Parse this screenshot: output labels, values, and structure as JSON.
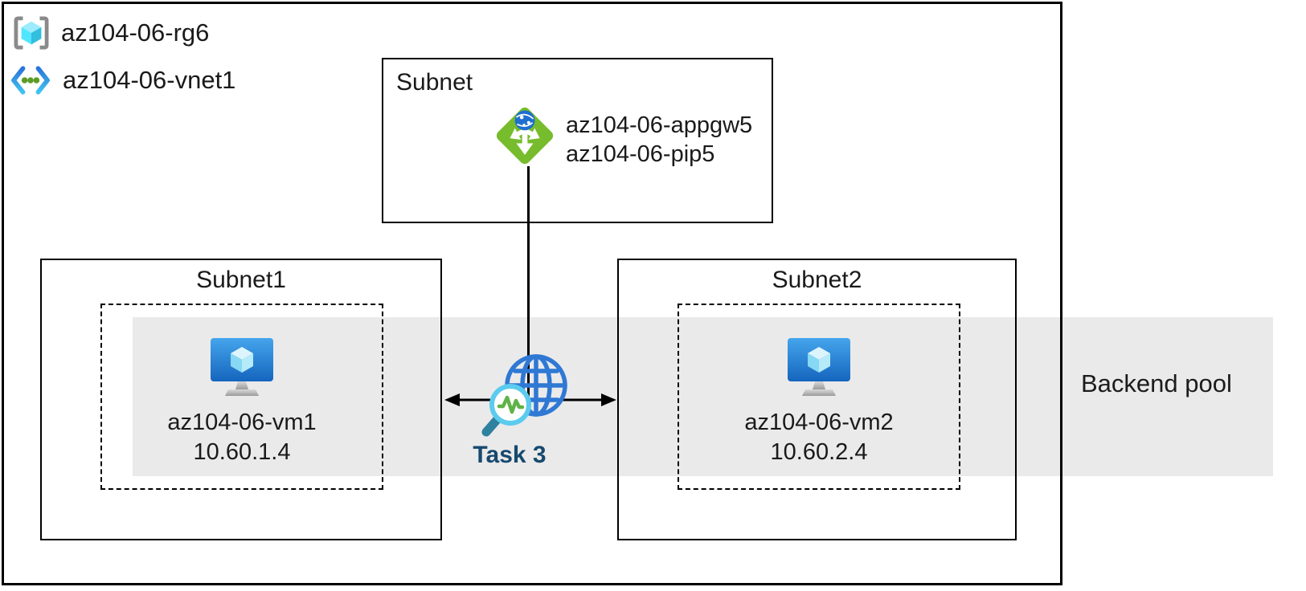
{
  "legend": {
    "resource_group": {
      "label": "az104-06-rg6",
      "icon": "resource-group-icon"
    },
    "virtual_network": {
      "label": "az104-06-vnet1",
      "icon": "virtual-network-icon"
    }
  },
  "gateway_subnet": {
    "title": "Subnet",
    "gateway_name": "az104-06-appgw5",
    "public_ip_name": "az104-06-pip5",
    "icon": "application-gateway-icon"
  },
  "subnet1": {
    "title": "Subnet1",
    "vm_name": "az104-06-vm1",
    "vm_ip": "10.60.1.4",
    "icon": "virtual-machine-icon"
  },
  "subnet2": {
    "title": "Subnet2",
    "vm_name": "az104-06-vm2",
    "vm_ip": "10.60.2.4",
    "icon": "virtual-machine-icon"
  },
  "probe": {
    "label": "Task 3",
    "icon": "health-probe-icon"
  },
  "backend_pool": {
    "label": "Backend pool"
  },
  "colors": {
    "band_gray": "#EAEAEA",
    "gateway_green": "#76BC2D",
    "vm_blue_top": "#45A5EC",
    "vm_blue_bottom": "#1565BE",
    "globe_blue": "#2F78D4",
    "magnifier_ring": "#5BCBEE",
    "pulse_green": "#5FB346",
    "handle_teal": "#2E82A0",
    "task_label_navy": "#17496F",
    "cube_cyan_light": "#9CEBFF",
    "cube_cyan_mid": "#50E6FF",
    "cube_cyan_dark": "#32BEDD",
    "line_black": "#000000"
  }
}
